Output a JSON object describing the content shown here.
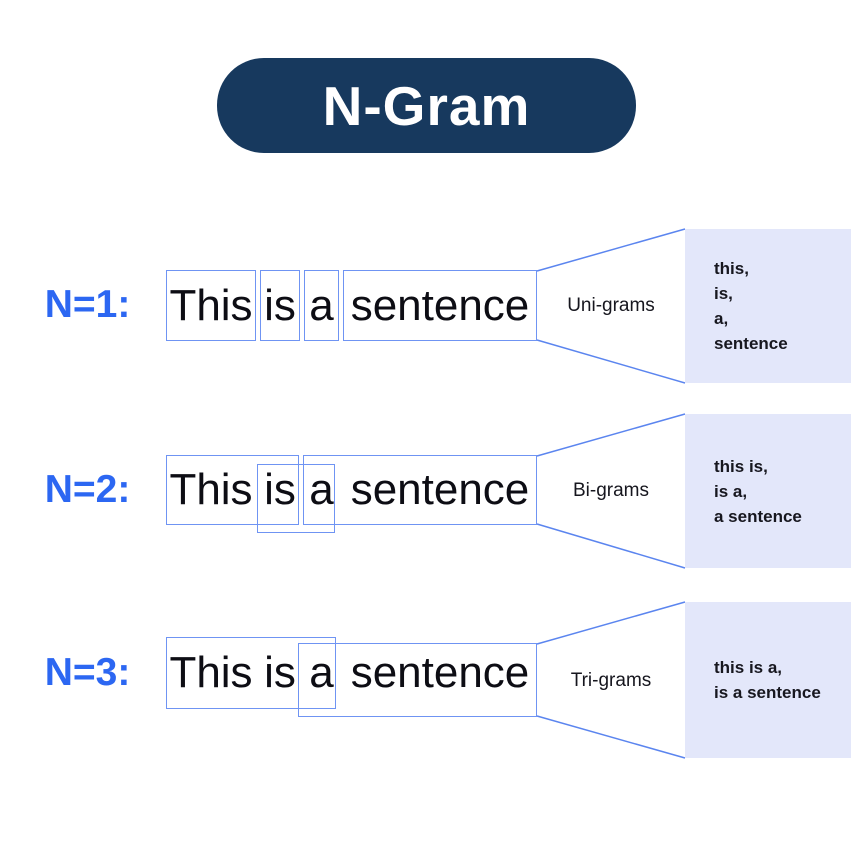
{
  "title": "N-Gram",
  "colors": {
    "title_bg": "#17395e",
    "n_label_blue": "#2c67f2",
    "box_border_blue": "#6f94f3",
    "funnel_line_blue": "#5b85ef",
    "panel_bg": "#e3e7fa",
    "text_dark": "#0d0d14"
  },
  "rows": [
    {
      "n_label": "N=1:",
      "words": [
        "This",
        "is",
        "a",
        "sentence"
      ],
      "gram_label": "Uni-grams",
      "outputs": [
        "this,",
        "is,",
        "a,",
        "sentence"
      ]
    },
    {
      "n_label": "N=2:",
      "words": [
        "This",
        "is",
        "a",
        "sentence"
      ],
      "gram_label": "Bi-grams",
      "outputs": [
        "this is,",
        "is a,",
        "a sentence"
      ]
    },
    {
      "n_label": "N=3:",
      "words": [
        "This",
        "is",
        "a",
        "sentence"
      ],
      "gram_label": "Tri-grams",
      "outputs": [
        "this is a,",
        "is a sentence"
      ]
    }
  ]
}
